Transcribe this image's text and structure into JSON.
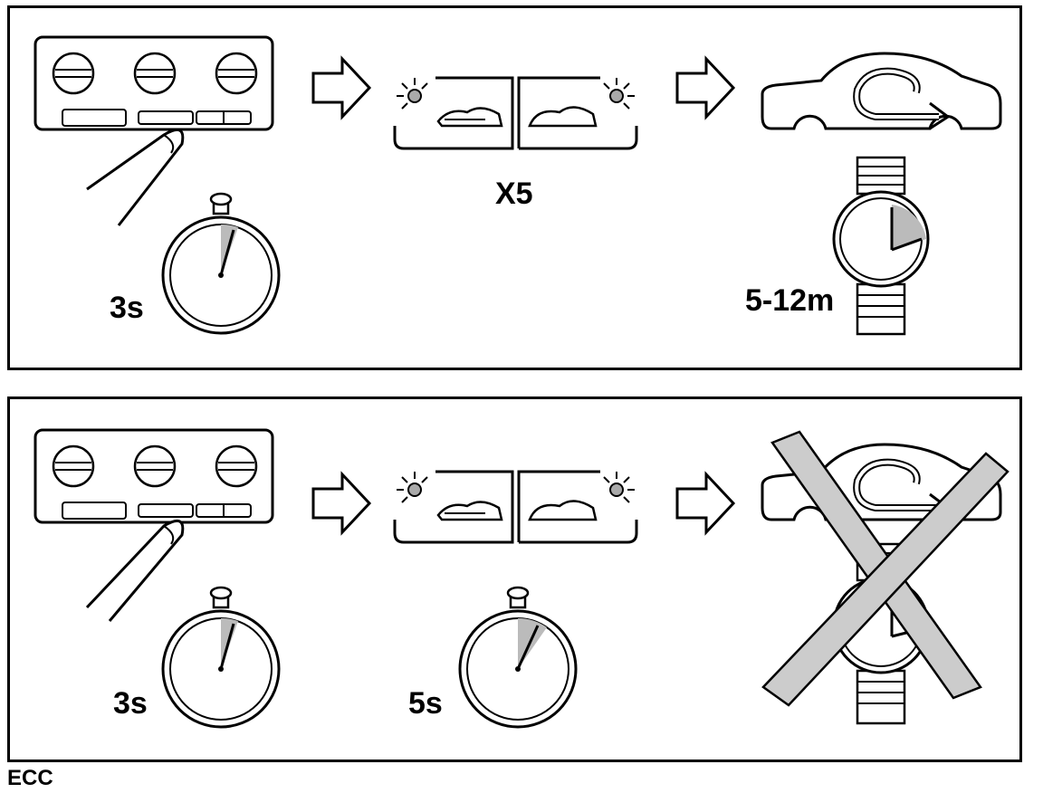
{
  "top_panel": {
    "press_duration": "3s",
    "repeat_count": "X5",
    "wait_time": "5-12m"
  },
  "bottom_panel": {
    "press_duration": "3s",
    "second_duration": "5s"
  },
  "footer": {
    "label": "ECC"
  },
  "icons": [
    "climate-control-panel-icon",
    "finger-press-icon",
    "arrow-right-icon",
    "blinking-led-icon",
    "recirculation-indicator-icon",
    "fresh-air-indicator-icon",
    "car-recirculation-icon",
    "wristwatch-icon",
    "stopwatch-icon",
    "cross-out-icon"
  ]
}
